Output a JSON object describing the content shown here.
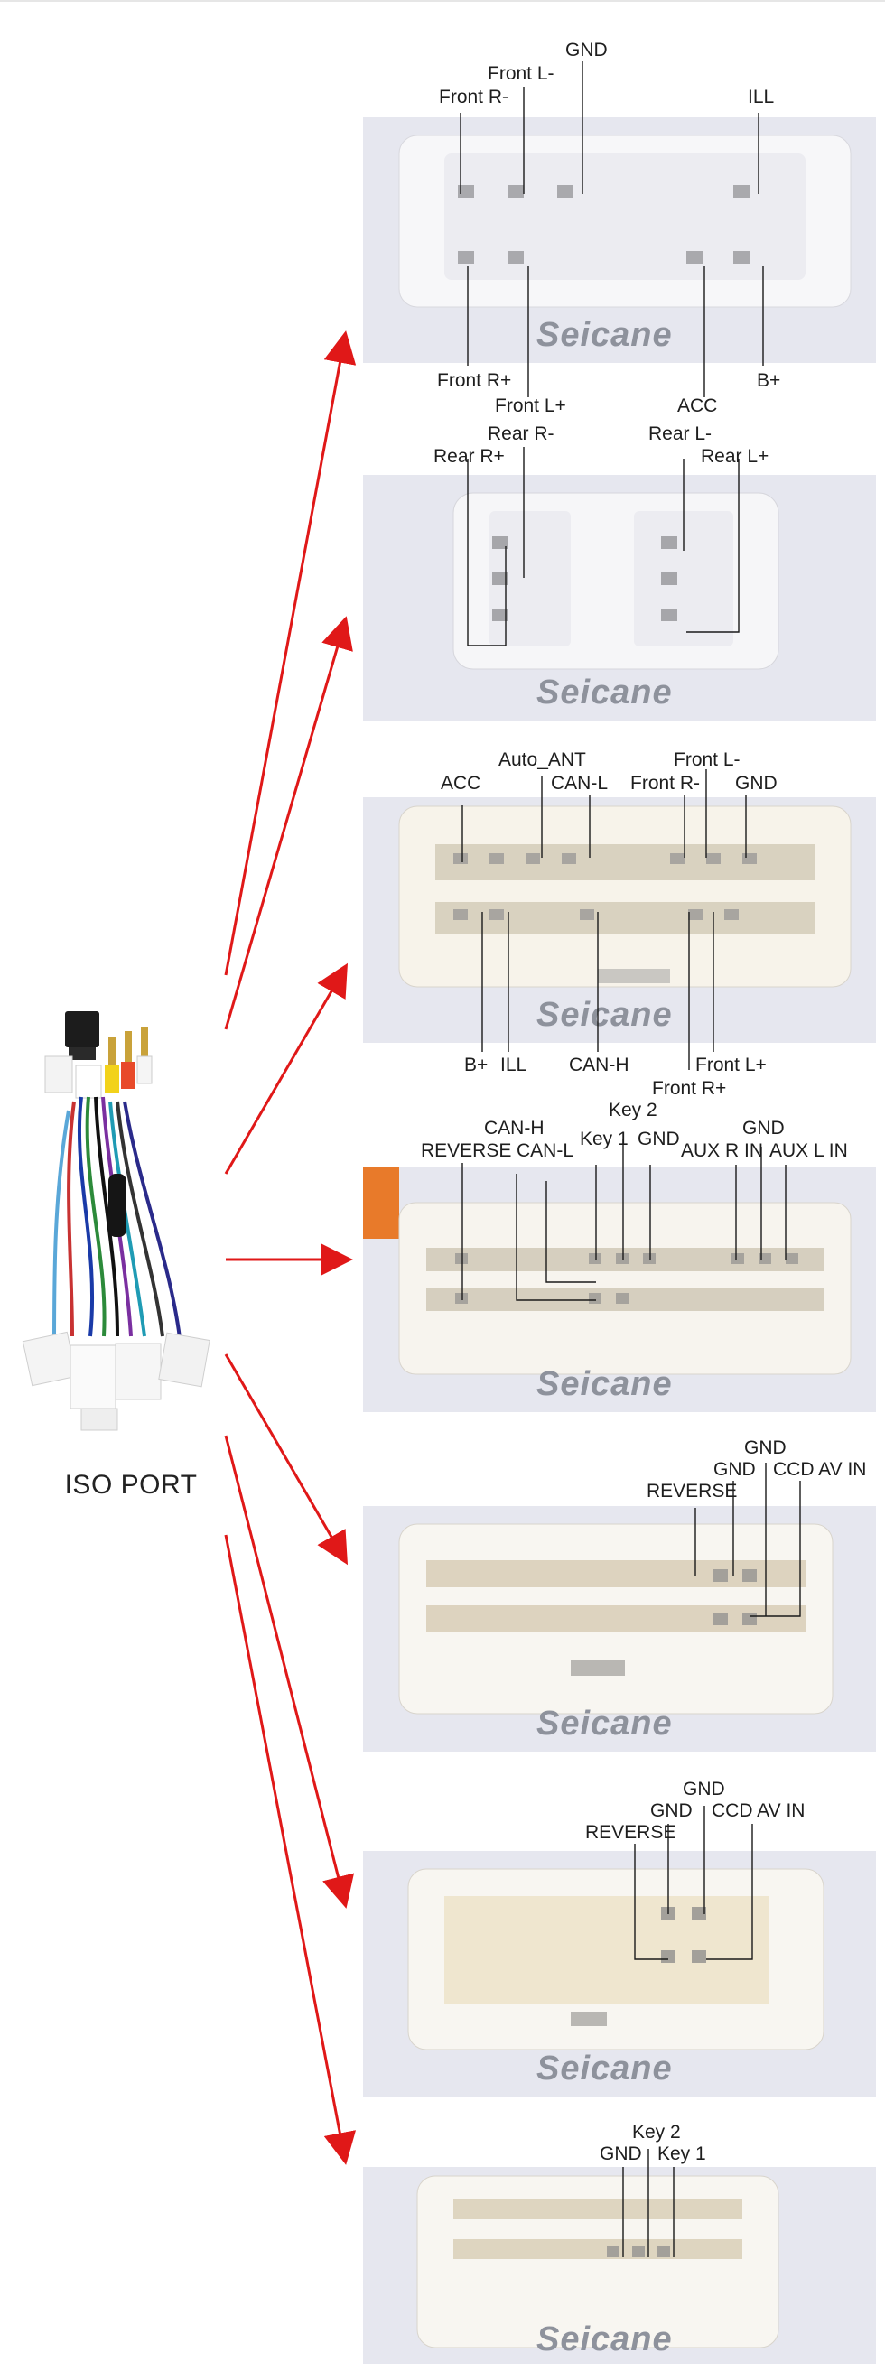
{
  "brand": "Seicane",
  "iso_label": "ISO PORT",
  "panel1": {
    "front_r_minus": "Front R-",
    "front_l_minus": "Front L-",
    "gnd": "GND",
    "ill": "ILL",
    "front_r_plus": "Front R+",
    "front_l_plus": "Front L+",
    "acc": "ACC",
    "b_plus": "B+"
  },
  "panel2": {
    "rear_r_plus": "Rear R+",
    "rear_r_minus": "Rear R-",
    "rear_l_minus": "Rear L-",
    "rear_l_plus": "Rear L+"
  },
  "panel3": {
    "acc": "ACC",
    "auto_ant": "Auto_ANT",
    "can_l": "CAN-L",
    "front_r_minus": "Front R-",
    "front_l_minus": "Front L-",
    "gnd": "GND",
    "b_plus": "B+",
    "ill": "ILL",
    "can_h": "CAN-H",
    "front_r_plus": "Front R+",
    "front_l_plus": "Front L+"
  },
  "panel4": {
    "reverse": "REVERSE",
    "can_h": "CAN-H",
    "can_l": "CAN-L",
    "key1": "Key 1",
    "key2": "Key 2",
    "gnd1": "GND",
    "aux_r_in": "AUX R IN",
    "gnd2": "GND",
    "aux_l_in": "AUX L IN"
  },
  "panel5": {
    "reverse": "REVERSE",
    "gnd1": "GND",
    "gnd2": "GND",
    "ccd_av_in": "CCD AV IN"
  },
  "panel6": {
    "reverse": "REVERSE",
    "gnd1": "GND",
    "gnd2": "GND",
    "ccd_av_in": "CCD AV IN"
  },
  "panel7": {
    "gnd": "GND",
    "key2": "Key 2",
    "key1": "Key 1"
  }
}
